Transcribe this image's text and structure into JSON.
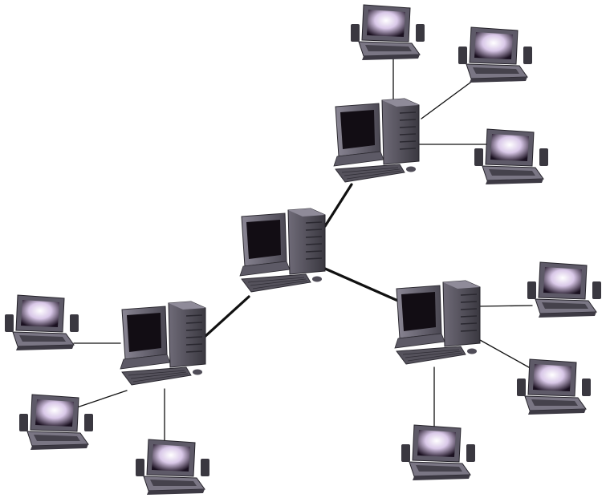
{
  "diagram": {
    "type": "hierarchical network topology",
    "nodes": [
      {
        "id": "hub-root",
        "kind": "desktop"
      },
      {
        "id": "hub-north",
        "kind": "desktop"
      },
      {
        "id": "hub-west",
        "kind": "desktop"
      },
      {
        "id": "hub-east",
        "kind": "desktop"
      },
      {
        "id": "north-1",
        "kind": "laptop"
      },
      {
        "id": "north-2",
        "kind": "laptop"
      },
      {
        "id": "north-3",
        "kind": "laptop"
      },
      {
        "id": "west-1",
        "kind": "laptop"
      },
      {
        "id": "west-2",
        "kind": "laptop"
      },
      {
        "id": "west-3",
        "kind": "laptop"
      },
      {
        "id": "east-1",
        "kind": "laptop"
      },
      {
        "id": "east-2",
        "kind": "laptop"
      },
      {
        "id": "east-3",
        "kind": "laptop"
      }
    ],
    "links": [
      {
        "from": "hub-root",
        "to": "hub-north",
        "weight": "trunk"
      },
      {
        "from": "hub-root",
        "to": "hub-west",
        "weight": "trunk"
      },
      {
        "from": "hub-root",
        "to": "hub-east",
        "weight": "trunk"
      },
      {
        "from": "hub-north",
        "to": "north-1",
        "weight": "branch"
      },
      {
        "from": "hub-north",
        "to": "north-2",
        "weight": "branch"
      },
      {
        "from": "hub-north",
        "to": "north-3",
        "weight": "branch"
      },
      {
        "from": "hub-west",
        "to": "west-1",
        "weight": "branch"
      },
      {
        "from": "hub-west",
        "to": "west-2",
        "weight": "branch"
      },
      {
        "from": "hub-west",
        "to": "west-3",
        "weight": "branch"
      },
      {
        "from": "hub-east",
        "to": "east-1",
        "weight": "branch"
      },
      {
        "from": "hub-east",
        "to": "east-2",
        "weight": "branch"
      },
      {
        "from": "hub-east",
        "to": "east-3",
        "weight": "branch"
      }
    ],
    "colors": {
      "background": "#ffffff",
      "link": "#111111",
      "case": "#6e6a78",
      "case_dark": "#3e3b45",
      "screen": "#120d14",
      "laptop_screen_glow": "#d9c8e8",
      "keyboard": "#55525c"
    }
  }
}
